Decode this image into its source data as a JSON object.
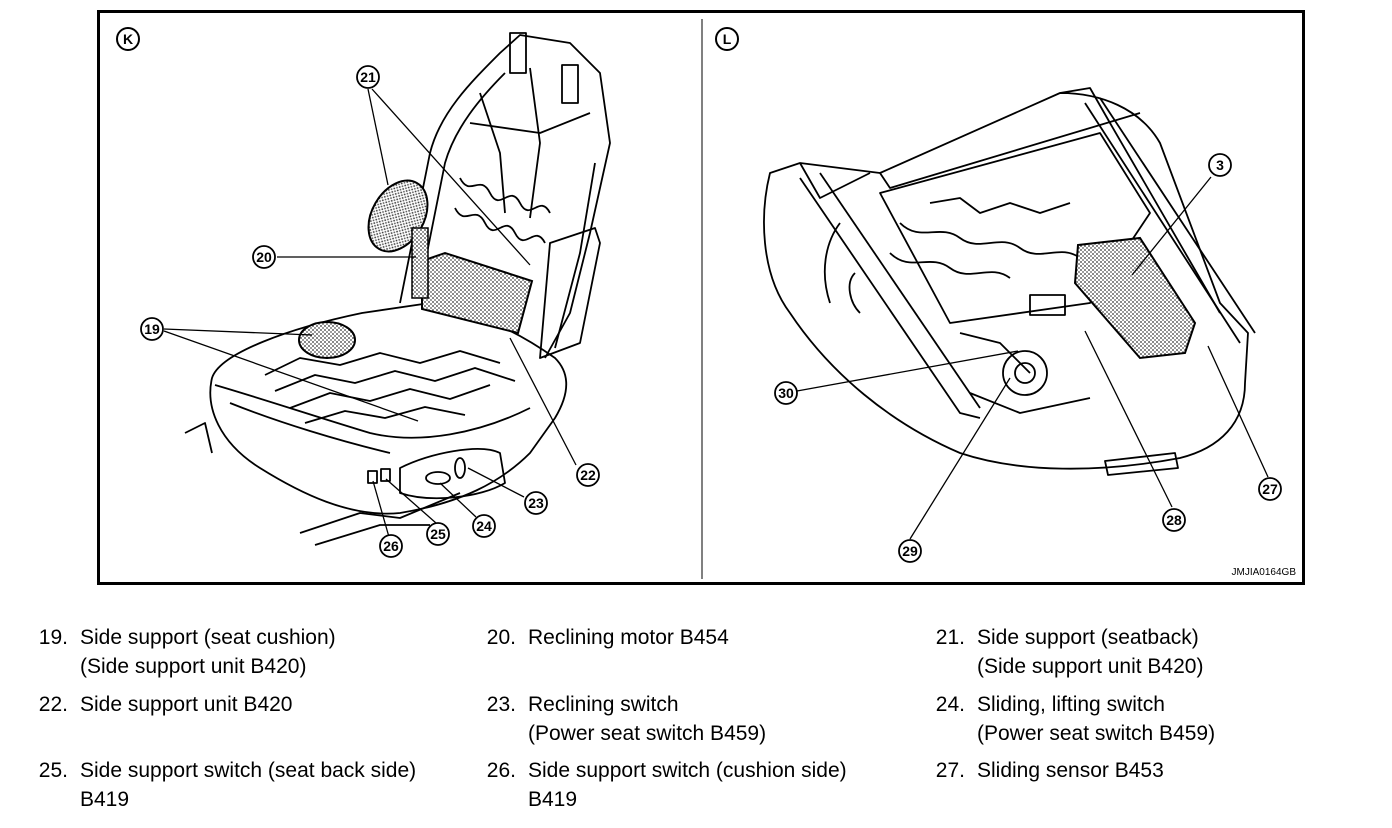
{
  "figure": {
    "view_k_label": "K",
    "view_l_label": "L",
    "figure_code": "JMJIA0164GB",
    "callouts_k": [
      "21",
      "20",
      "19",
      "22",
      "23",
      "24",
      "25",
      "26"
    ],
    "callouts_l": [
      "3",
      "30",
      "27",
      "28",
      "29"
    ]
  },
  "legend": [
    {
      "num": "19.",
      "line1": "Side support (seat cushion)",
      "line2": "(Side support unit B420)"
    },
    {
      "num": "20.",
      "line1": "Reclining motor B454",
      "line2": ""
    },
    {
      "num": "21.",
      "line1": "Side support (seatback)",
      "line2": "(Side support unit B420)"
    },
    {
      "num": "22.",
      "line1": "Side support unit B420",
      "line2": ""
    },
    {
      "num": "23.",
      "line1": "Reclining switch",
      "line2": "(Power seat switch B459)"
    },
    {
      "num": "24.",
      "line1": "Sliding, lifting switch",
      "line2": "(Power seat switch B459)"
    },
    {
      "num": "25.",
      "line1": "Side support switch (seat back side)",
      "line2": "B419"
    },
    {
      "num": "26.",
      "line1": "Side support switch (cushion side)",
      "line2": "B419"
    },
    {
      "num": "27.",
      "line1": "Sliding sensor B453",
      "line2": ""
    }
  ]
}
